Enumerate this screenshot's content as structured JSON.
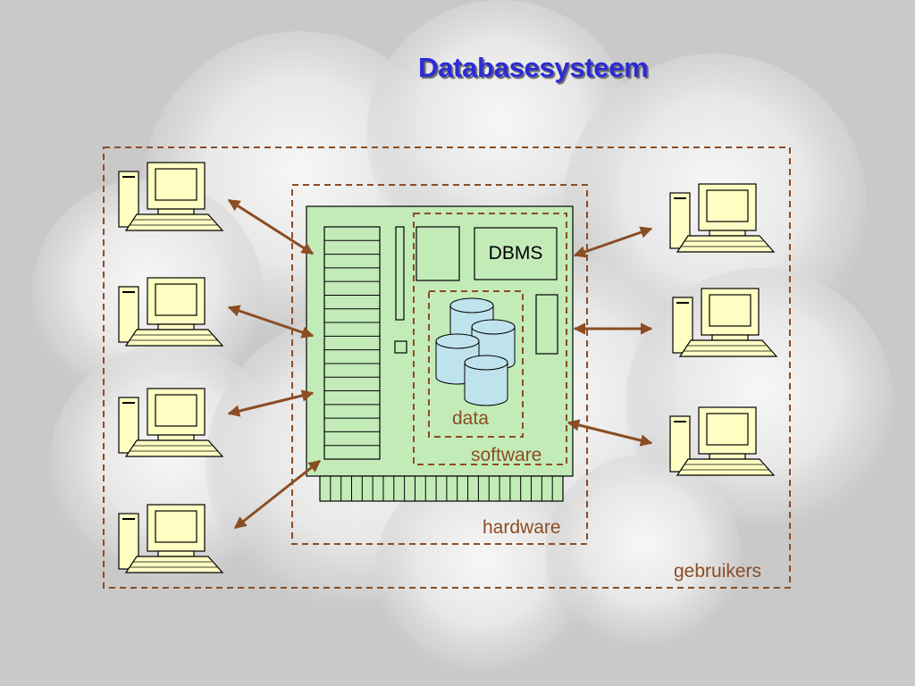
{
  "slide": {
    "title": "Databasesysteem"
  },
  "diagram": {
    "dbms_label": "DBMS",
    "data_label": "data",
    "software_label": "software",
    "hardware_label": "hardware",
    "users_label": "gebruikers",
    "colors": {
      "background": "#c9c9c9",
      "title": "#2b2bd6",
      "board_fill": "#c2ebb8",
      "computer_fill": "#ffffc4",
      "cylinder_fill": "#bfe3ec",
      "dashed_border": "#8b4d23",
      "arrow": "#8b4d23"
    },
    "icons": [
      "desktop-computer-icon",
      "database-cylinder-icon",
      "circuit-board-icon"
    ]
  }
}
